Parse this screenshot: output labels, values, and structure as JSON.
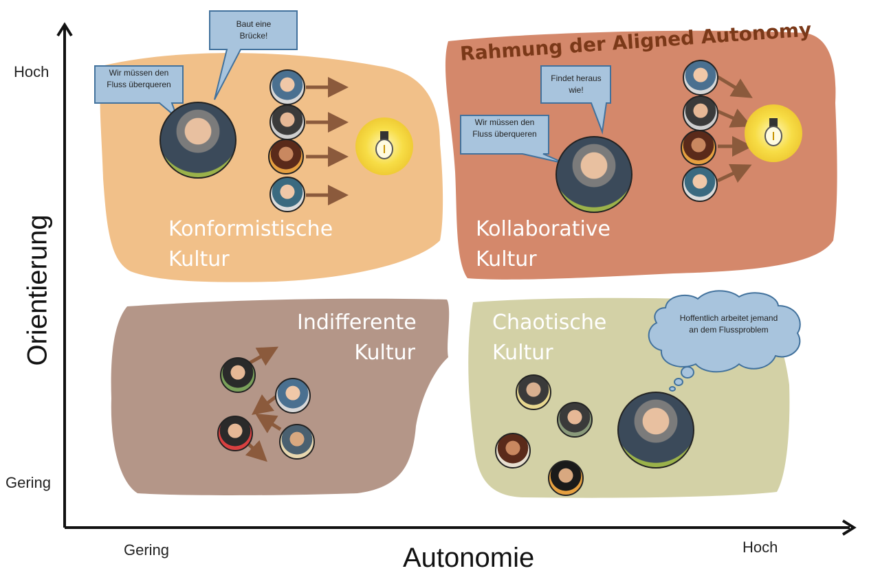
{
  "axes": {
    "y_label": "Orientierung",
    "x_label": "Autonomie",
    "y_high": "Hoch",
    "y_low": "Gering",
    "x_low": "Gering",
    "x_high": "Hoch"
  },
  "frame_title": "Rahmung der Aligned Autonomy",
  "quadrants": {
    "conformist": {
      "line1": "Konformistische",
      "line2": "Kultur",
      "color": "#f1c089"
    },
    "collaborative": {
      "line1": "Kollaborative",
      "line2": "Kultur",
      "color": "#d4886b"
    },
    "indifferent": {
      "line1": "Indifferente",
      "line2": "Kultur",
      "color": "#b49688"
    },
    "chaotic": {
      "line1": "Chaotische",
      "line2": "Kultur",
      "color": "#d3d1a6"
    }
  },
  "callouts": {
    "conformist_leader": "Wir müssen den Fluss überqueren",
    "conformist_order": "Baut eine Brücke!",
    "collab_leader": "Wir müssen den Fluss überqueren",
    "collab_order": "Findet heraus wie!",
    "chaotic_thought": "Hoffentlich arbeitet jemand an dem Flussproblem"
  },
  "colors": {
    "callout_fill": "#a8c4dd",
    "callout_stroke": "#41719c",
    "arrow": "#8b5a3c",
    "bulb": "#f5d33a",
    "frame_title": "#7a3818"
  },
  "icons": {
    "person": "person-avatar-icon",
    "lightbulb": "lightbulb-icon",
    "arrow": "arrow-icon"
  }
}
